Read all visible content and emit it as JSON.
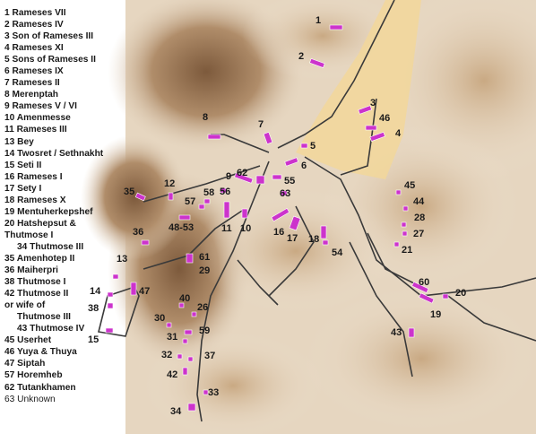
{
  "legend": [
    "1 Rameses VII",
    "2 Rameses IV",
    "3 Son of Rameses III",
    "4 Rameses XI",
    "5 Sons of Rameses II",
    "6 Rameses IX",
    "7 Rameses II",
    "8 Merenptah",
    "9 Rameses V / VI",
    "10 Amenmesse",
    "11 Rameses III",
    "13 Bey",
    "14 Twosret / Sethnakht",
    "15 Seti II",
    "16 Rameses I",
    "17 Sety I",
    "18 Rameses X",
    "19 Mentuherkepshef",
    "20 Hatshepsut &",
    "Thutmose I",
    "34 Thutmose III",
    "35 Amenhotep II",
    "36 Maiherpri",
    "38 Thutmose I",
    "42 Thutmose II",
    "or wife of",
    "Thutmose III",
    "43 Thutmose IV",
    "45 Userhet",
    "46 Yuya & Thuya",
    "47 Siptah",
    "57 Horemheb",
    "62 Tutankhamen",
    "63 Unknown"
  ],
  "labels": [
    {
      "text": "1"
    },
    {
      "text": "2"
    },
    {
      "text": "3"
    },
    {
      "text": "46"
    },
    {
      "text": "4"
    },
    {
      "text": "5"
    },
    {
      "text": "6"
    },
    {
      "text": "7"
    },
    {
      "text": "8"
    },
    {
      "text": "62"
    },
    {
      "text": "9"
    },
    {
      "text": "55"
    },
    {
      "text": "63"
    },
    {
      "text": "56"
    },
    {
      "text": "58"
    },
    {
      "text": "57"
    },
    {
      "text": "12"
    },
    {
      "text": "35"
    },
    {
      "text": "48-53"
    },
    {
      "text": "36"
    },
    {
      "text": "11"
    },
    {
      "text": "10"
    },
    {
      "text": "16"
    },
    {
      "text": "17"
    },
    {
      "text": "18"
    },
    {
      "text": "54"
    },
    {
      "text": "61"
    },
    {
      "text": "29"
    },
    {
      "text": "45"
    },
    {
      "text": "44"
    },
    {
      "text": "28"
    },
    {
      "text": "27"
    },
    {
      "text": "21"
    },
    {
      "text": "60"
    },
    {
      "text": "20"
    },
    {
      "text": "19"
    },
    {
      "text": "43"
    },
    {
      "text": "13"
    },
    {
      "text": "14"
    },
    {
      "text": "47"
    },
    {
      "text": "38"
    },
    {
      "text": "15"
    },
    {
      "text": "40"
    },
    {
      "text": "26"
    },
    {
      "text": "30"
    },
    {
      "text": "59"
    },
    {
      "text": "31"
    },
    {
      "text": "32"
    },
    {
      "text": "37"
    },
    {
      "text": "42"
    },
    {
      "text": "33"
    },
    {
      "text": "34"
    }
  ],
  "colors": {
    "tomb": "#cc33cc",
    "path": "#3a3a3a",
    "valley": "#f2d79a",
    "hill": "#a88360"
  }
}
